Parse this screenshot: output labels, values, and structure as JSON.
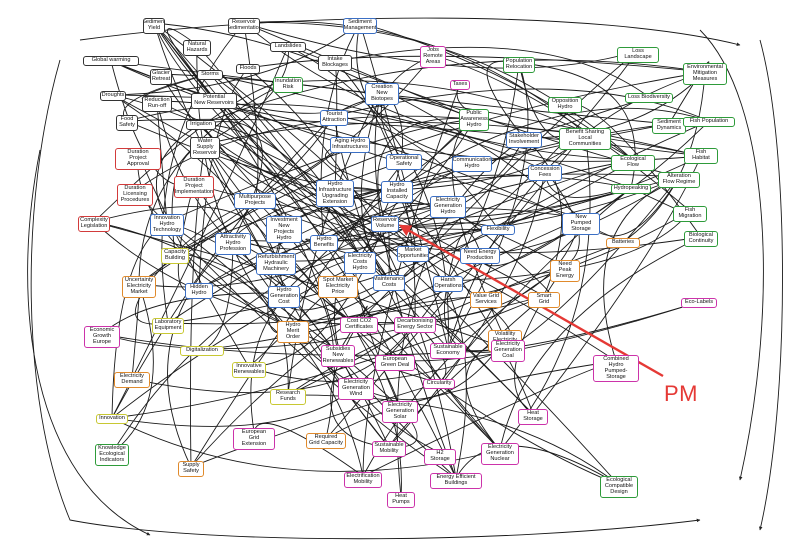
{
  "colors": {
    "black": "#333333",
    "blue": "#3b6fc4",
    "green": "#2e9b3a",
    "red": "#d23b3b",
    "orange": "#e08a2c",
    "yellow": "#c8c832",
    "magenta": "#cc33aa",
    "arrow": "#e53935"
  },
  "annotation": {
    "label": "PM"
  },
  "nodes": [
    {
      "label": "Sediment\nYield",
      "color": "black"
    },
    {
      "label": "Reservoir\nSedimentation",
      "color": "black"
    },
    {
      "label": "Sediment\nManagement",
      "color": "blue"
    },
    {
      "label": "Natural\nHazards",
      "color": "black"
    },
    {
      "label": "Landslides",
      "color": "black"
    },
    {
      "label": "Global warming",
      "color": "black"
    },
    {
      "label": "Glacier\nRetreat",
      "color": "black"
    },
    {
      "label": "Storms",
      "color": "black"
    },
    {
      "label": "Floods",
      "color": "black"
    },
    {
      "label": "Intake\nBlockages",
      "color": "black"
    },
    {
      "label": "Inundation\nRisk",
      "color": "green"
    },
    {
      "label": "Jobs\nRemote\nAreas",
      "color": "magenta"
    },
    {
      "label": "Population\nRelocation",
      "color": "green"
    },
    {
      "label": "Loss Landscape",
      "color": "green"
    },
    {
      "label": "Environmental\nMitigation\nMeasures",
      "color": "green"
    },
    {
      "label": "Droughts",
      "color": "black"
    },
    {
      "label": "Reduction\nRun-off",
      "color": "black"
    },
    {
      "label": "Potential\nNew Reservoirs",
      "color": "black"
    },
    {
      "label": "Creation\nNew Biotopes",
      "color": "blue"
    },
    {
      "label": "Taxes",
      "color": "magenta"
    },
    {
      "label": "Opposition\nHydro",
      "color": "green"
    },
    {
      "label": "Loss Biodiversity",
      "color": "green"
    },
    {
      "label": "Food\nSafety",
      "color": "black"
    },
    {
      "label": "Irrigation",
      "color": "black"
    },
    {
      "label": "Tourist\nAttraction",
      "color": "blue"
    },
    {
      "label": "Public\nAwareness\nHydro",
      "color": "green"
    },
    {
      "label": "Sediment\nDynamics",
      "color": "green"
    },
    {
      "label": "Fish Population",
      "color": "green"
    },
    {
      "label": "Water\nSupply\nReservoir",
      "color": "black"
    },
    {
      "label": "Aging Hydro\nInfrastructures",
      "color": "blue"
    },
    {
      "label": "Stakeholder\nInvolvement",
      "color": "blue"
    },
    {
      "label": "Benefit Sharing\nLocal Communities",
      "color": "green"
    },
    {
      "label": "Duration\nProject Approval",
      "color": "red"
    },
    {
      "label": "Operational\nSafety",
      "color": "blue"
    },
    {
      "label": "Communication\nHydro",
      "color": "blue"
    },
    {
      "label": "Ecological Flow",
      "color": "green"
    },
    {
      "label": "Fish\nHabitat",
      "color": "green"
    },
    {
      "label": "Duration\nLicensing\nProcedures",
      "color": "red"
    },
    {
      "label": "Duration\nProject\nImplementation",
      "color": "red"
    },
    {
      "label": "Hydro\nInfrastructure\nUpgrading\nExtension",
      "color": "blue"
    },
    {
      "label": "Hydro\nInstalled\nCapacity",
      "color": "blue"
    },
    {
      "label": "Concession\nFees",
      "color": "blue"
    },
    {
      "label": "Alteration\nFlow Regime",
      "color": "green"
    },
    {
      "label": "Multipurpose\nProjects",
      "color": "blue"
    },
    {
      "label": "Electricity\nGeneration\nHydro",
      "color": "blue"
    },
    {
      "label": "Hydropeaking",
      "color": "green"
    },
    {
      "label": "Complexity\nLegislation",
      "color": "red"
    },
    {
      "label": "Innovation\nHydro\nTechnology",
      "color": "blue"
    },
    {
      "label": "Investment\nNew Projects\nHydro",
      "color": "blue"
    },
    {
      "label": "Reservoir\nVolume",
      "color": "blue"
    },
    {
      "label": "New Pumped\nStorage",
      "color": "blue"
    },
    {
      "label": "Fish\nMigration",
      "color": "green"
    },
    {
      "label": "Attractivity\nHydro\nProfession",
      "color": "blue"
    },
    {
      "label": "Flexibility",
      "color": "blue"
    },
    {
      "label": "Biological\nContinuity",
      "color": "green"
    },
    {
      "label": "Capacity\nBuilding",
      "color": "yellow"
    },
    {
      "label": "Refurbishment\nHydraulic\nMachinery",
      "color": "blue"
    },
    {
      "label": "Hydro\nBenefits",
      "color": "blue"
    },
    {
      "label": "Electricity\nCosts Hydro",
      "color": "blue"
    },
    {
      "label": "Market\nOpportunities",
      "color": "blue"
    },
    {
      "label": "Need Energy\nProduction",
      "color": "blue"
    },
    {
      "label": "Batteries",
      "color": "orange"
    },
    {
      "label": "Need Peak\nEnergy",
      "color": "orange"
    },
    {
      "label": "Uncertainty\nElectricity\nMarket",
      "color": "orange"
    },
    {
      "label": "Hidden\nHydro",
      "color": "blue"
    },
    {
      "label": "Hydro\nGeneration\nCost",
      "color": "blue"
    },
    {
      "label": "Spot Market\nElectricity\nPrice",
      "color": "orange"
    },
    {
      "label": "Maintenance\nCosts",
      "color": "blue"
    },
    {
      "label": "Harsh\nOperations",
      "color": "blue"
    },
    {
      "label": "Smart Grid",
      "color": "orange"
    },
    {
      "label": "Value Grid\nServices",
      "color": "orange"
    },
    {
      "label": "Eco-Labels",
      "color": "magenta"
    },
    {
      "label": "Laboratory\nEquipment",
      "color": "yellow"
    },
    {
      "label": "Economic\nGrowth\nEurope",
      "color": "magenta"
    },
    {
      "label": "Hydro\nMerit\nOrder",
      "color": "orange"
    },
    {
      "label": "Cost CO2\nCertificates",
      "color": "magenta"
    },
    {
      "label": "Decarbonising\nEnergy Sector",
      "color": "magenta"
    },
    {
      "label": "Volatility\nElectricity\nGeneration",
      "color": "orange"
    },
    {
      "label": "Digitalization",
      "color": "yellow"
    },
    {
      "label": "Subsidies\nNew\nRenewables",
      "color": "magenta"
    },
    {
      "label": "European\nGreen Deal",
      "color": "magenta"
    },
    {
      "label": "Sustainable\nEconomy",
      "color": "magenta"
    },
    {
      "label": "Combined Hydro\nPumped-Storage",
      "color": "magenta"
    },
    {
      "label": "Electricity\nDemand",
      "color": "orange"
    },
    {
      "label": "Innovative\nRenewables",
      "color": "yellow"
    },
    {
      "label": "Research\nFunds",
      "color": "yellow"
    },
    {
      "label": "Circularity",
      "color": "magenta"
    },
    {
      "label": "Electricity\nGeneration\nWind",
      "color": "magenta"
    },
    {
      "label": "Electricity\nGeneration\nSolar",
      "color": "magenta"
    },
    {
      "label": "Electricity\nGeneration\nCoal",
      "color": "magenta"
    },
    {
      "label": "Heat\nStorage",
      "color": "magenta"
    },
    {
      "label": "Innovation",
      "color": "yellow"
    },
    {
      "label": "European\nGrid Extension",
      "color": "magenta"
    },
    {
      "label": "Required\nGrid Capacity",
      "color": "orange"
    },
    {
      "label": "Knowledge\nEcological\nIndicators",
      "color": "green"
    },
    {
      "label": "Sustainable\nMobility",
      "color": "magenta"
    },
    {
      "label": "H2 Storage",
      "color": "magenta"
    },
    {
      "label": "Electricity\nGeneration\nNuclear",
      "color": "magenta"
    },
    {
      "label": "Supply\nSafety",
      "color": "orange"
    },
    {
      "label": "Electrification\nMobility",
      "color": "magenta"
    },
    {
      "label": "Energy Efficient\nBuildings",
      "color": "magenta"
    },
    {
      "label": "Ecological\nCompatible\nDesign",
      "color": "green"
    },
    {
      "label": "Heat\nPumps",
      "color": "magenta"
    }
  ]
}
